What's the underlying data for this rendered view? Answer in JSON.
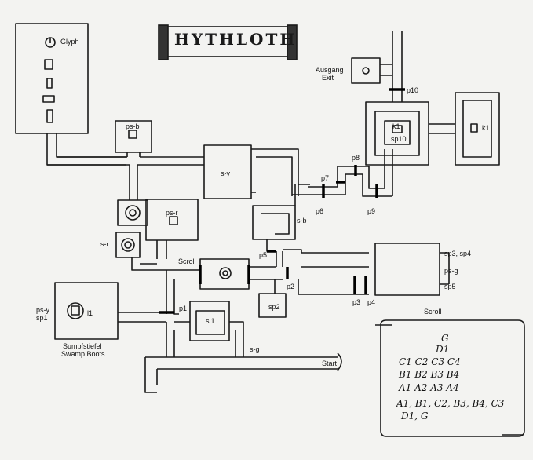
{
  "title": "HYTHLOTH",
  "labels": {
    "glyph": "Glyph",
    "ps_b": "ps-b",
    "s_y": "s-y",
    "ps_r": "ps-r",
    "s_r": "s-r",
    "s_b": "s-b",
    "scroll_mid": "Scroll",
    "ps_y": "ps-y",
    "sp1": "sp1",
    "l1": "l1",
    "sl1": "sl1",
    "sp2": "sp2",
    "sp10": "sp10",
    "k1_a": "k1",
    "k1_b": "k1",
    "ausgang": "Ausgang",
    "exit": "Exit",
    "sumpf": "Sumpfstiefel",
    "swamp": "Swamp Boots",
    "s_g": "s-g",
    "start": "Start",
    "sp3_sp4": "sp3, sp4",
    "ps_g": "ps-g",
    "sp5": "sp5",
    "scroll_right": "Scroll",
    "p1": "p1",
    "p2": "p2",
    "p3": "p3",
    "p4": "p4",
    "p5": "p5",
    "p6": "p6",
    "p7": "p7",
    "p8": "p8",
    "p9": "p9",
    "p10": "p10"
  },
  "scroll_lines": [
    "G",
    "D1",
    "C1   C2   C3   C4",
    "B1   B2   B3   B4",
    "A1   A2   A3   A4",
    "A1, B1, C2, B3, B4, C3",
    "D1,  G"
  ]
}
